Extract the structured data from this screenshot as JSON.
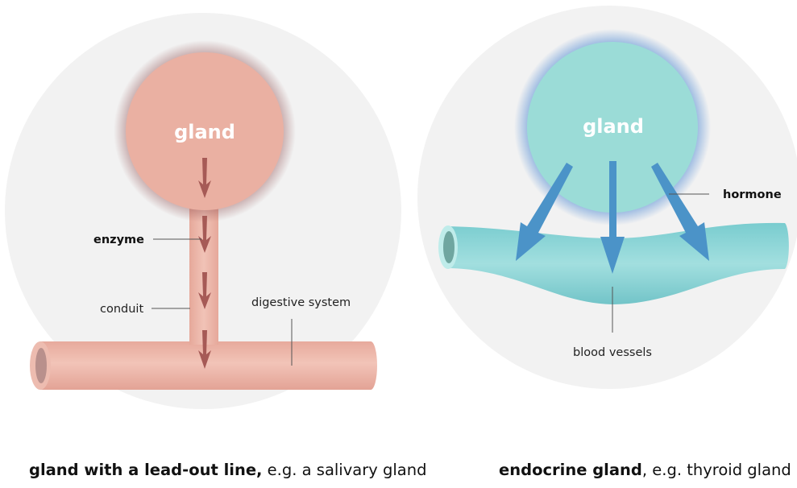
{
  "panels": {
    "left": {
      "gland_label": "gland",
      "enzyme_label": "enzyme",
      "conduit_label": "conduit",
      "digestive_label": "digestive system",
      "caption_bold": "gland with a lead-out line,",
      "caption_rest": " e.g. a salivary gland"
    },
    "right": {
      "gland_label": "gland",
      "hormone_label": "hormone",
      "vessel_label": "blood vessels",
      "caption_bold": "endocrine gland",
      "caption_rest": ", e.g. thyroid gland"
    }
  },
  "colors": {
    "background_circle": "#f2f2f2",
    "exocrine_gland": "#eab0a2",
    "exocrine_tube": "#eebcb2",
    "exocrine_arrow": "#a65a56",
    "endocrine_gland": "#9bdcd7",
    "endocrine_glow": "#5b8fd0",
    "vessel": "#8cd4d6",
    "endocrine_arrow": "#4b93c8"
  }
}
